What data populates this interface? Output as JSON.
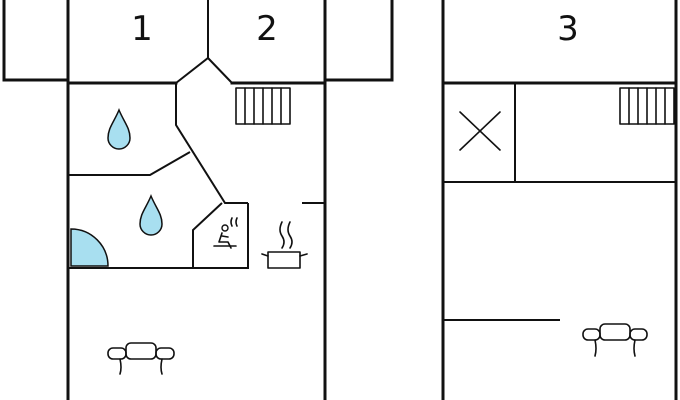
{
  "floorplan": {
    "colors": {
      "wall": "#111111",
      "water_drop": "#a8dff0",
      "shower": "#a8dff0",
      "background": "#ffffff"
    },
    "rooms": [
      {
        "label": "1"
      },
      {
        "label": "2"
      },
      {
        "label": "3"
      }
    ],
    "icons": {
      "bathroom_top": "water-drop-icon",
      "bathroom_bottom": "water-drop-icon",
      "shower": "shower-quarter-circle-icon",
      "sauna": "sauna-person-icon",
      "kitchen": "cooking-pot-icon",
      "radiator_left": "radiator-icon",
      "radiator_right": "radiator-icon",
      "sofa_left": "sofa-icon",
      "sofa_right": "sofa-icon",
      "void": "cross-icon"
    }
  }
}
